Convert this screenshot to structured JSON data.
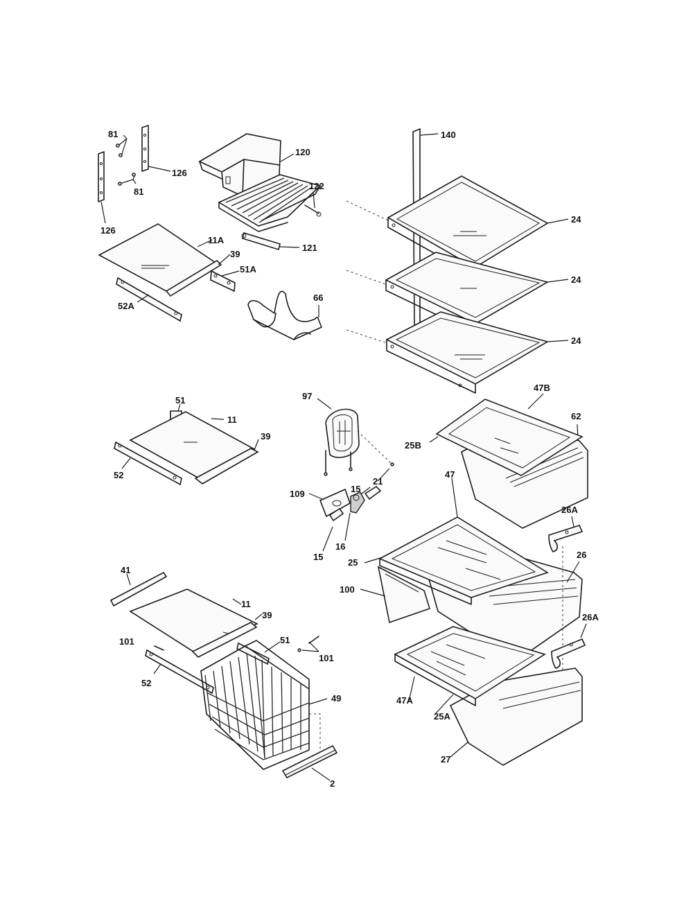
{
  "diagram": {
    "part_labels": [
      {
        "id": "p81a",
        "text": "81"
      },
      {
        "id": "p81b",
        "text": "81"
      },
      {
        "id": "p126a",
        "text": "126"
      },
      {
        "id": "p126b",
        "text": "126"
      },
      {
        "id": "p120",
        "text": "120"
      },
      {
        "id": "p122",
        "text": "122"
      },
      {
        "id": "p121",
        "text": "121"
      },
      {
        "id": "p11A",
        "text": "11A"
      },
      {
        "id": "p39a",
        "text": "39"
      },
      {
        "id": "p51A",
        "text": "51A"
      },
      {
        "id": "p52A",
        "text": "52A"
      },
      {
        "id": "p66",
        "text": "66"
      },
      {
        "id": "p140",
        "text": "140"
      },
      {
        "id": "p24a",
        "text": "24"
      },
      {
        "id": "p24b",
        "text": "24"
      },
      {
        "id": "p24c",
        "text": "24"
      },
      {
        "id": "p51a",
        "text": "51"
      },
      {
        "id": "p11a",
        "text": "11"
      },
      {
        "id": "p39b",
        "text": "39"
      },
      {
        "id": "p52a",
        "text": "52"
      },
      {
        "id": "p97",
        "text": "97"
      },
      {
        "id": "p21",
        "text": "21"
      },
      {
        "id": "p47B",
        "text": "47B"
      },
      {
        "id": "p62",
        "text": "62"
      },
      {
        "id": "p25B",
        "text": "25B"
      },
      {
        "id": "p47",
        "text": "47"
      },
      {
        "id": "p109",
        "text": "109"
      },
      {
        "id": "p15a",
        "text": "15"
      },
      {
        "id": "p15b",
        "text": "15"
      },
      {
        "id": "p16",
        "text": "16"
      },
      {
        "id": "p26A_a",
        "text": "26A"
      },
      {
        "id": "p26",
        "text": "26"
      },
      {
        "id": "p25",
        "text": "25"
      },
      {
        "id": "p100",
        "text": "100"
      },
      {
        "id": "p41",
        "text": "41"
      },
      {
        "id": "p11b",
        "text": "11"
      },
      {
        "id": "p39c",
        "text": "39"
      },
      {
        "id": "p101a",
        "text": "101"
      },
      {
        "id": "p51b",
        "text": "51"
      },
      {
        "id": "p101b",
        "text": "101"
      },
      {
        "id": "p52b",
        "text": "52"
      },
      {
        "id": "p49",
        "text": "49"
      },
      {
        "id": "p26A_b",
        "text": "26A"
      },
      {
        "id": "p47A",
        "text": "47A"
      },
      {
        "id": "p25A",
        "text": "25A"
      },
      {
        "id": "p27",
        "text": "27"
      },
      {
        "id": "p2",
        "text": "2"
      }
    ]
  }
}
